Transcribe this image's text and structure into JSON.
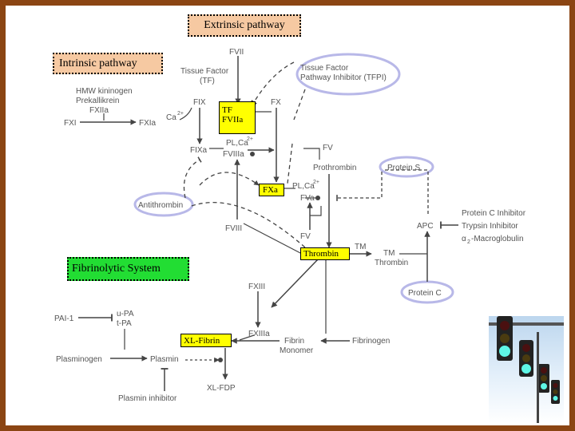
{
  "headers": {
    "extrinsic": "Extrinsic pathway",
    "intrinsic": "Intrinsic pathway",
    "fibrinolytic": "Fibrinolytic System"
  },
  "highlights": {
    "tf_fviia_1": "TF",
    "tf_fviia_2": "FVIIa",
    "fxa": "FXa",
    "thrombin": "Thrombin",
    "xl_fibrin": "XL-Fibrin"
  },
  "nodes": {
    "fvii": "FVII",
    "tissue_factor_1": "Tissue Factor",
    "tissue_factor_2": "(TF)",
    "tfpi_1": "Tissue Factor",
    "tfpi_2": "Pathway Inhibitor (TFPI)",
    "hmw_1": "HMW kininogen",
    "hmw_2": "Prekallikrein",
    "hmw_3": "FXIIa",
    "fxi": "FXI",
    "fxia": "FXIa",
    "ca1": "Ca",
    "ca1_sup": "2+",
    "fix": "FIX",
    "fx": "FX",
    "fixa": "FIXa",
    "plca1_a": "PL,Ca",
    "plca1_sup": "2+",
    "fviiia": "FVIIIa",
    "fv_top": "FV",
    "prothrombin": "Prothrombin",
    "protein_s": "Protein S",
    "antithrombin": "Antithrombin",
    "plca2_a": "PL,Ca",
    "plca2_sup": "2+",
    "fva": "FVa",
    "fviii": "FVIII",
    "fv_bottom": "FV",
    "apc": "APC",
    "pci_1": "Protein C Inhibitor",
    "pci_2": "Trypsin Inhibitor",
    "pci_3": "-Macroglobulin",
    "alpha2": "α",
    "alpha2_sub": "2",
    "tm1": "TM",
    "tm2_1": "TM",
    "tm2_2": "Thrombin",
    "protein_c": "Protein C",
    "fxiii": "FXIII",
    "fxiiia": "FXIIIa",
    "fibrin_mono_1": "Fibrin",
    "fibrin_mono_2": "Monomer",
    "fibrinogen": "Fibrinogen",
    "pai1": "PAI-1",
    "upa": "u-PA",
    "tpa": "t-PA",
    "plasminogen": "Plasminogen",
    "plasmin": "Plasmin",
    "xl_fdp": "XL-FDP",
    "plasmin_inhibitor": "Plasmin inhibitor"
  },
  "colors": {
    "frame": "#8b4513",
    "tan_box": "#f6c9a2",
    "green_box": "#22dd33",
    "yellow_box": "#ffff00",
    "ellipse": "#b8b8e8",
    "diagram_text": "#555555"
  }
}
